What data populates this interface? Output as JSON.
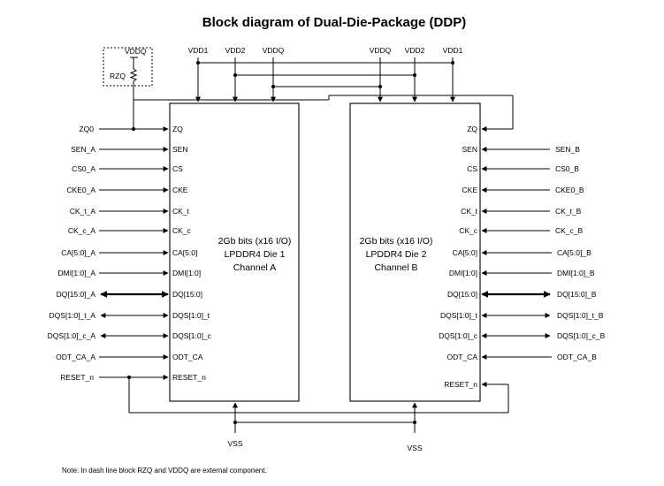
{
  "title": "Block diagram of Dual-Die-Package (DDP)",
  "note": "Note: In dash line block RZQ and VDDQ are external component.",
  "external": {
    "vddq": "VDDQ",
    "rzq": "RZQ"
  },
  "die1": {
    "top_pins": [
      "VDD1",
      "VDD2",
      "VDDQ"
    ],
    "desc": [
      "2Gb bits (x16 I/O)",
      "LPDDR4 Die 1",
      "Channel A"
    ],
    "pins": [
      "ZQ",
      "SEN",
      "CS",
      "CKE",
      "CK_t",
      "CK_c",
      "CA[5:0]",
      "DMI[1:0]",
      "DQ[15:0]",
      "DQS[1:0]_t",
      "DQS[1:0]_c",
      "ODT_CA",
      "RESET_n"
    ]
  },
  "die2": {
    "top_pins": [
      "VDDQ",
      "VDD2",
      "VDD1"
    ],
    "desc": [
      "2Gb bits (x16 I/O)",
      "LPDDR4 Die 2",
      "Channel B"
    ],
    "pins": [
      "ZQ",
      "SEN",
      "CS",
      "CKE",
      "CK_t",
      "CK_c",
      "CA[5:0]",
      "DMI[1:0]",
      "DQ[15:0]",
      "DQS[1:0]_t",
      "DQS[1:0]_c",
      "ODT_CA",
      "RESET_n"
    ]
  },
  "signals_a": [
    "ZQ0",
    "SEN_A",
    "CS0_A",
    "CKE0_A",
    "CK_t_A",
    "CK_c_A",
    "CA[5:0]_A",
    "DMI[1:0]_A",
    "DQ[15:0]_A",
    "DQS[1:0]_t_A",
    "DQS[1:0]_c_A",
    "ODT_CA_A",
    "RESET_n"
  ],
  "signals_b": [
    "SEN_B",
    "CS0_B",
    "CKE0_B",
    "CK_t_B",
    "CK_c_B",
    "CA[5:0]_B",
    "DMI[1:0]_B",
    "DQ[15:0]_B",
    "DQS[1:0]_t_B",
    "DQS[1:0]_c_B",
    "ODT_CA_B"
  ],
  "vss": [
    "VSS",
    "VSS"
  ]
}
